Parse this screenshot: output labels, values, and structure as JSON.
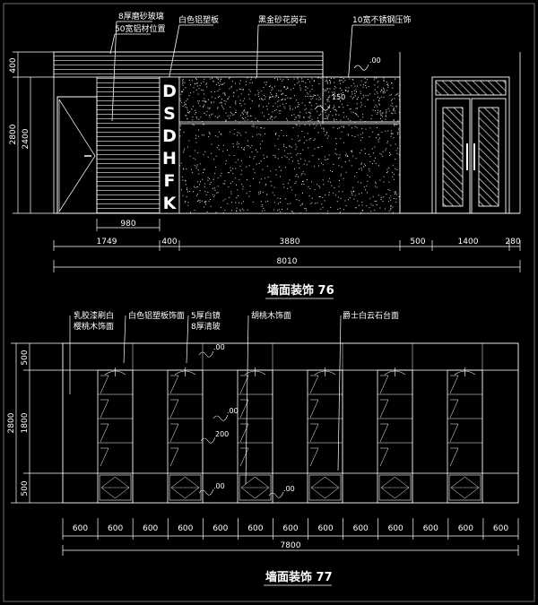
{
  "colors": {
    "background": "#000000",
    "line": "#ffffff",
    "frame": "#6f6f6f",
    "title": "#ffffff"
  },
  "drawing1": {
    "title": "墙面装饰 76",
    "labels": [
      "8厚磨砂玻璃",
      "50宽铝材位置",
      "白色铝塑板",
      "黑金砂花岗石",
      "10宽不锈钢压饰"
    ],
    "sign_letters": [
      "D",
      "S",
      "D",
      "H",
      "F",
      "K"
    ],
    "annotations": [
      ".00",
      "150"
    ],
    "v_dims": [
      "400",
      "2800",
      "2400"
    ],
    "h_dims_top": [
      "980"
    ],
    "h_dims": [
      "1749",
      "400",
      "3880",
      "500",
      "1400",
      "280"
    ],
    "total": "8010"
  },
  "drawing2": {
    "title": "墙面装饰 77",
    "labels": [
      "乳胶漆刷白",
      "樱桃木饰面",
      "白色铝塑板饰面",
      "5厚白镜",
      "8厚清玻",
      "胡桃木饰面",
      "爵士白云石台面"
    ],
    "annotations": [
      ".00",
      ".00",
      "200",
      ".00",
      ".00"
    ],
    "v_dims": [
      "500",
      "2800",
      "1800",
      "500"
    ],
    "h_dims": [
      "600",
      "600",
      "600",
      "600",
      "600",
      "600",
      "600",
      "600",
      "600",
      "600",
      "600",
      "600",
      "600"
    ],
    "total": "7800"
  }
}
